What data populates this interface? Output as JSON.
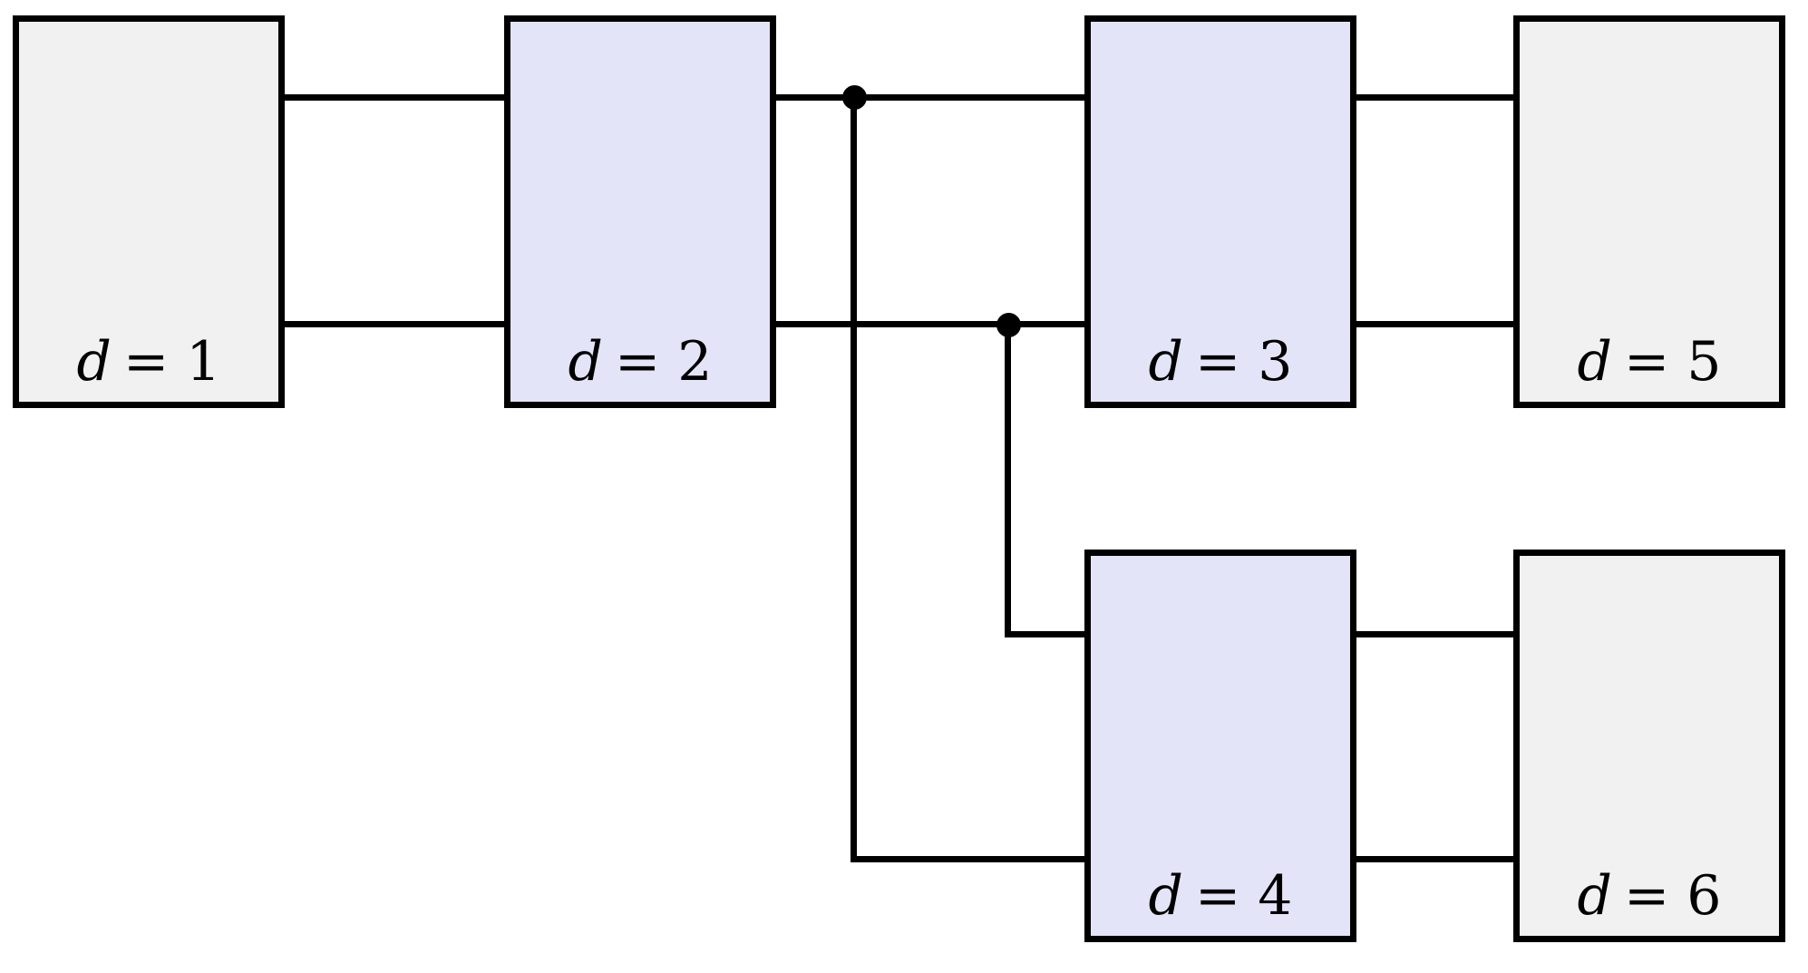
{
  "figure": {
    "type": "circuit-block-diagram",
    "background": "#ffffff"
  },
  "colors": {
    "node_gray": "#f1f1f1",
    "node_lavender": "#e4e4f8",
    "line": "#000000",
    "junction_dot": "#000000"
  },
  "nodes": [
    {
      "id": "d1",
      "var": "d",
      "eq": "= 1",
      "label": "d = 1",
      "fill": "#f1f1f1",
      "row": "top",
      "col": 1
    },
    {
      "id": "d2",
      "var": "d",
      "eq": "= 2",
      "label": "d = 2",
      "fill": "#e4e4f8",
      "row": "top",
      "col": 2
    },
    {
      "id": "d3",
      "var": "d",
      "eq": "= 3",
      "label": "d = 3",
      "fill": "#e4e4f8",
      "row": "top",
      "col": 3
    },
    {
      "id": "d5",
      "var": "d",
      "eq": "= 5",
      "label": "d = 5",
      "fill": "#f1f1f1",
      "row": "top",
      "col": 4
    },
    {
      "id": "d4",
      "var": "d",
      "eq": "= 4",
      "label": "d = 4",
      "fill": "#e4e4f8",
      "row": "bottom",
      "col": 3
    },
    {
      "id": "d6",
      "var": "d",
      "eq": "= 6",
      "label": "d = 6",
      "fill": "#f1f1f1",
      "row": "bottom",
      "col": 4
    }
  ],
  "edges": [
    {
      "from": "d1",
      "to": "d2",
      "lane": "top"
    },
    {
      "from": "d1",
      "to": "d2",
      "lane": "bottom"
    },
    {
      "from": "d2",
      "to": "d3",
      "lane": "top"
    },
    {
      "from": "d2",
      "to": "d3",
      "lane": "bottom"
    },
    {
      "from": "d3",
      "to": "d5",
      "lane": "top"
    },
    {
      "from": "d3",
      "to": "d5",
      "lane": "bottom"
    },
    {
      "from": "d4",
      "to": "d6",
      "lane": "top"
    },
    {
      "from": "d4",
      "to": "d6",
      "lane": "bottom"
    }
  ],
  "junctions": [
    {
      "id": "junction-1",
      "on": "edge-d2-d3-top",
      "branch_to": "d4",
      "entry": "left-lower",
      "routing": "down-then-right"
    },
    {
      "id": "junction-2",
      "on": "edge-d2-d3-bottom",
      "branch_to": "d4",
      "entry": "left-upper",
      "routing": "down-then-right"
    }
  ]
}
